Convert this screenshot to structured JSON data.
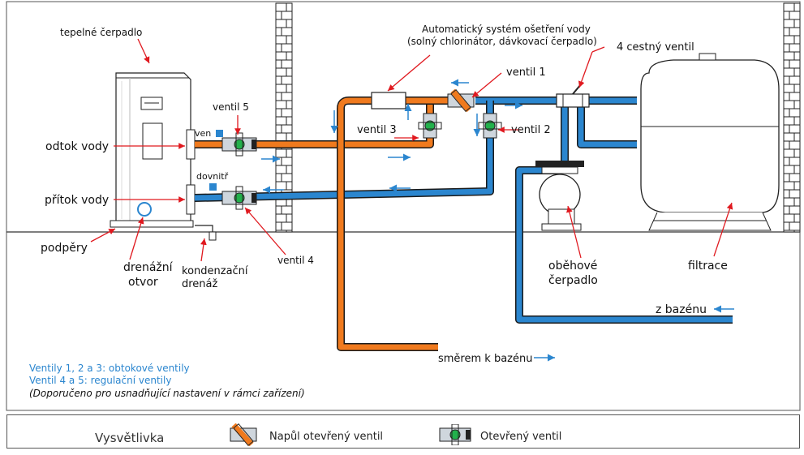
{
  "labels": {
    "heat_pump": "tepelné čerpadlo",
    "water_outlet": "odtok vody",
    "water_inlet": "přítok vody",
    "supports": "podpěry",
    "drain_hole": "drenážní otvor",
    "condensate_drain": "kondenzační drenáž",
    "valve5": "ventil 5",
    "valve4": "ventil 4",
    "valve3": "ventil 3",
    "valve2": "ventil 2",
    "valve1": "ventil 1",
    "out_tag": "ven",
    "in_tag": "dovnitř",
    "auto_system_line1": "Automatický systém ošetření vody",
    "auto_system_line2": "(solný chlorinátor, dávkovací čerpadlo)",
    "four_way_valve": "4 cestný ventil",
    "circulation_pump": "oběhové čerpadlo",
    "filtration": "filtrace",
    "from_pool": "z bazénu",
    "to_pool": "směrem k bazénu"
  },
  "notes": {
    "line1": "Ventily 1, 2 a 3: obtokové ventily",
    "line2": "Ventil 4 a 5: regulační ventily",
    "line3": "(Doporučeno pro usnadňující nastavení v rámci zařízení)"
  },
  "legend": {
    "title": "Vysvětlivka",
    "half_open": "Napůl otevřený ventil",
    "open": "Otevřený ventil"
  },
  "colors": {
    "hot_pipe": "#f07a1e",
    "cold_pipe": "#2b86cf",
    "pipe_outline": "#1a1a1a",
    "label_arrow": "#e0191f",
    "flow_arrow": "#2b86cf",
    "note_text": "#2b86cf",
    "valve_green": "#22b14c"
  }
}
